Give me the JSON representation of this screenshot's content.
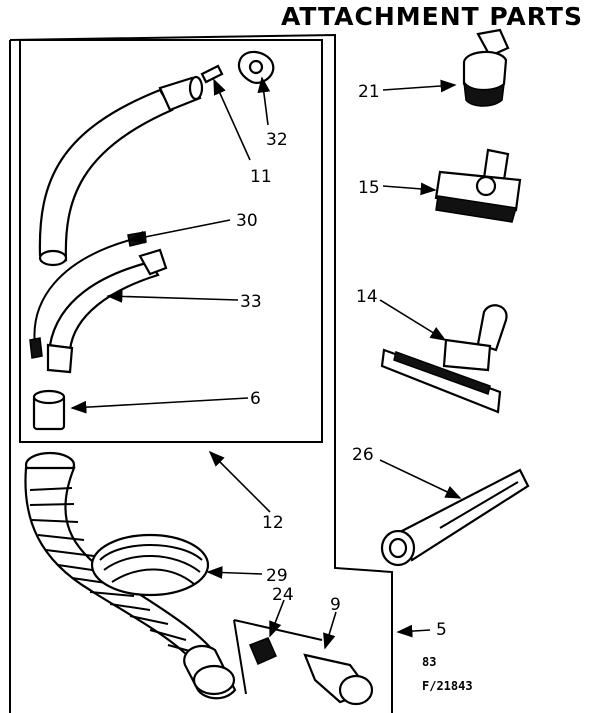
{
  "title": "ATTACHMENT PARTS",
  "callouts": {
    "c21": "21",
    "c15": "15",
    "c14": "14",
    "c26": "26",
    "c32": "32",
    "c11": "11",
    "c30": "30",
    "c33": "33",
    "c6": "6",
    "c12": "12",
    "c29": "29",
    "c24": "24",
    "c9": "9",
    "c5": "5"
  },
  "codes": {
    "line1": "83",
    "line2": "F/21843"
  }
}
